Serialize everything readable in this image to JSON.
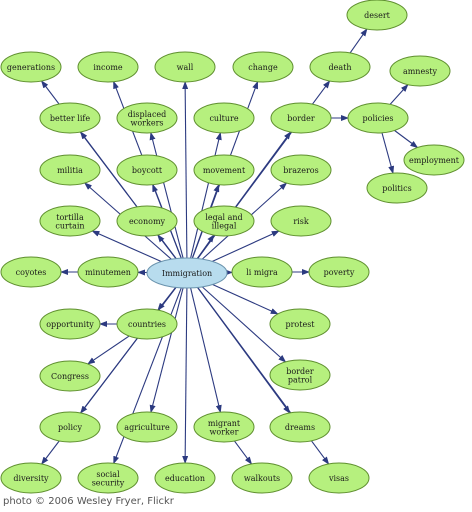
{
  "colors": {
    "node_fill": "#b6f07e",
    "node_stroke": "#5f8f2f",
    "center_fill": "#b8dcee",
    "center_stroke": "#6a93ad",
    "edge": "#2c3a80"
  },
  "center": {
    "label": "Immigration"
  },
  "nodes": [
    {
      "key": "desert",
      "lines": [
        "desert"
      ]
    },
    {
      "key": "generations",
      "lines": [
        "generations"
      ]
    },
    {
      "key": "income",
      "lines": [
        "income"
      ]
    },
    {
      "key": "wall",
      "lines": [
        "wall"
      ]
    },
    {
      "key": "change",
      "lines": [
        "change"
      ]
    },
    {
      "key": "death",
      "lines": [
        "death"
      ]
    },
    {
      "key": "amnesty",
      "lines": [
        "amnesty"
      ]
    },
    {
      "key": "better-life",
      "lines": [
        "better life"
      ]
    },
    {
      "key": "displaced-workers",
      "lines": [
        "displaced",
        "workers"
      ]
    },
    {
      "key": "culture",
      "lines": [
        "culture"
      ]
    },
    {
      "key": "border",
      "lines": [
        "border"
      ]
    },
    {
      "key": "policies",
      "lines": [
        "policies"
      ]
    },
    {
      "key": "employment",
      "lines": [
        "employment"
      ]
    },
    {
      "key": "militia",
      "lines": [
        "militia"
      ]
    },
    {
      "key": "boycott",
      "lines": [
        "boycott"
      ]
    },
    {
      "key": "movement",
      "lines": [
        "movement"
      ]
    },
    {
      "key": "brazeros",
      "lines": [
        "brazeros"
      ]
    },
    {
      "key": "politics",
      "lines": [
        "politics"
      ]
    },
    {
      "key": "tortilla-curtain",
      "lines": [
        "tortilla",
        "curtain"
      ]
    },
    {
      "key": "economy",
      "lines": [
        "economy"
      ]
    },
    {
      "key": "legal-and-illegal",
      "lines": [
        "legal and",
        "illegal"
      ]
    },
    {
      "key": "risk",
      "lines": [
        "risk"
      ]
    },
    {
      "key": "coyotes",
      "lines": [
        "coyotes"
      ]
    },
    {
      "key": "minutemen",
      "lines": [
        "minutemen"
      ]
    },
    {
      "key": "li-migra",
      "lines": [
        "li migra"
      ]
    },
    {
      "key": "poverty",
      "lines": [
        "poverty"
      ]
    },
    {
      "key": "opportunity",
      "lines": [
        "opportunity"
      ]
    },
    {
      "key": "countries",
      "lines": [
        "countries"
      ]
    },
    {
      "key": "protest",
      "lines": [
        "protest"
      ]
    },
    {
      "key": "congress",
      "lines": [
        "Congress"
      ]
    },
    {
      "key": "border-patrol",
      "lines": [
        "border",
        "patrol"
      ]
    },
    {
      "key": "policy",
      "lines": [
        "policy"
      ]
    },
    {
      "key": "agriculture",
      "lines": [
        "agriculture"
      ]
    },
    {
      "key": "migrant-worker",
      "lines": [
        "migrant",
        "worker"
      ]
    },
    {
      "key": "dreams",
      "lines": [
        "dreams"
      ]
    },
    {
      "key": "diversity",
      "lines": [
        "diversity"
      ]
    },
    {
      "key": "social-security",
      "lines": [
        "social",
        "security"
      ]
    },
    {
      "key": "education",
      "lines": [
        "education"
      ]
    },
    {
      "key": "walkouts",
      "lines": [
        "walkouts"
      ]
    },
    {
      "key": "visas",
      "lines": [
        "visas"
      ]
    }
  ],
  "edges": [
    [
      "center",
      "generations"
    ],
    [
      "center",
      "income"
    ],
    [
      "center",
      "wall"
    ],
    [
      "center",
      "change"
    ],
    [
      "center",
      "death"
    ],
    [
      "death",
      "desert"
    ],
    [
      "center",
      "better-life"
    ],
    [
      "center",
      "displaced-workers"
    ],
    [
      "center",
      "culture"
    ],
    [
      "center",
      "border"
    ],
    [
      "border",
      "policies"
    ],
    [
      "policies",
      "amnesty"
    ],
    [
      "policies",
      "employment"
    ],
    [
      "policies",
      "politics"
    ],
    [
      "center",
      "militia"
    ],
    [
      "center",
      "boycott"
    ],
    [
      "center",
      "movement"
    ],
    [
      "center",
      "brazeros"
    ],
    [
      "center",
      "tortilla-curtain"
    ],
    [
      "center",
      "economy"
    ],
    [
      "center",
      "legal-and-illegal"
    ],
    [
      "center",
      "risk"
    ],
    [
      "center",
      "minutemen"
    ],
    [
      "minutemen",
      "coyotes"
    ],
    [
      "center",
      "li-migra"
    ],
    [
      "li-migra",
      "poverty"
    ],
    [
      "center",
      "countries"
    ],
    [
      "countries",
      "opportunity"
    ],
    [
      "countries",
      "congress"
    ],
    [
      "center",
      "protest"
    ],
    [
      "center",
      "border-patrol"
    ],
    [
      "center",
      "policy"
    ],
    [
      "center",
      "agriculture"
    ],
    [
      "center",
      "migrant-worker"
    ],
    [
      "center",
      "dreams"
    ],
    [
      "center",
      "diversity"
    ],
    [
      "center",
      "social-security"
    ],
    [
      "center",
      "education"
    ],
    [
      "migrant-worker",
      "walkouts"
    ],
    [
      "center",
      "visas"
    ]
  ],
  "credit": "photo © 2006 Wesley Fryer, Flickr"
}
